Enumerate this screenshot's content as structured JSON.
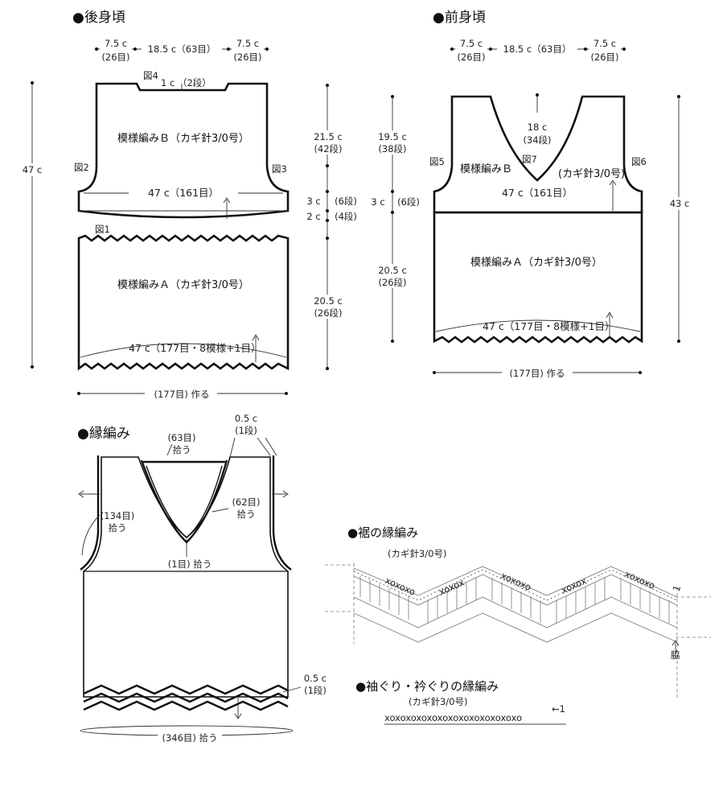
{
  "back": {
    "title": "●後身頃",
    "top_left_width": "7.5 c",
    "top_left_count": "(26目)",
    "top_mid": "18.5 c（63目）",
    "top_right_width": "7.5 c",
    "top_right_count": "(26目)",
    "neck_note": "1 c （2段）",
    "fig4": "図4",
    "fig2": "図2",
    "fig3": "図3",
    "fig1": "図1",
    "pattern_b": "模様編みＢ（カギ針3/0号）",
    "band_label": "47 c（161目）",
    "pattern_a": "模様編みＡ（カギ針3/0号）",
    "hem_label": "47 c（177目・8模様+1目）",
    "bottom_label": "(177目) 作る",
    "height_total": "47 c",
    "h_upper": "21.5 c",
    "h_upper_rows": "(42段)",
    "h_band1": "3 c",
    "h_band1_rows": "(6段)",
    "h_band2": "2 c",
    "h_band2_rows": "(4段)",
    "h_lower": "20.5 c",
    "h_lower_rows": "(26段)"
  },
  "front": {
    "title": "●前身頃",
    "top_left_width": "7.5 c",
    "top_left_count": "(26目)",
    "top_mid": "18.5 c（63目）",
    "top_right_width": "7.5 c",
    "top_right_count": "(26目)",
    "v_depth": "18 c",
    "v_rows": "(34段)",
    "fig5": "図5",
    "fig6": "図6",
    "fig7": "図7",
    "pattern_b": "模様編みＢ",
    "needle_b": "(カギ針3/0号)",
    "band_label": "47 c（161目）",
    "pattern_a": "模様編みＡ（カギ針3/0号）",
    "hem_label": "47 c（177目・8模様+1目）",
    "bottom_label": "(177目) 作る",
    "height_total": "43 c",
    "h_upper": "19.5 c",
    "h_upper_rows": "(38段)",
    "h_band": "3 c",
    "h_band_rows": "(6段)",
    "h_lower": "20.5 c",
    "h_lower_rows": "(26段)"
  },
  "edging": {
    "title": "●縁編み",
    "neck_back_count": "(63目)",
    "neck_back_pick": "拾う",
    "edge_width": "0.5 c",
    "edge_rows": "(1段)",
    "armhole_count": "(134目)",
    "armhole_pick": "拾う",
    "vneck_count": "(62目)",
    "vneck_pick": "拾う",
    "center_pick": "(1目) 拾う",
    "hem_width": "0.5 c",
    "hem_rows": "(1段)",
    "hem_pick": "(346目) 拾う"
  },
  "hem_chart": {
    "title": "●裾の縁編み",
    "needle": "(カギ針3/0号)",
    "side_label": "脇",
    "row_mark": "1"
  },
  "armhole_chart": {
    "title": "●袖ぐり・衿ぐりの縁編み",
    "needle": "(カギ針3/0号)",
    "stitches": "xoxoxoxoxoxoxoxoxoxoxoxoxo",
    "row_mark": "←1"
  }
}
